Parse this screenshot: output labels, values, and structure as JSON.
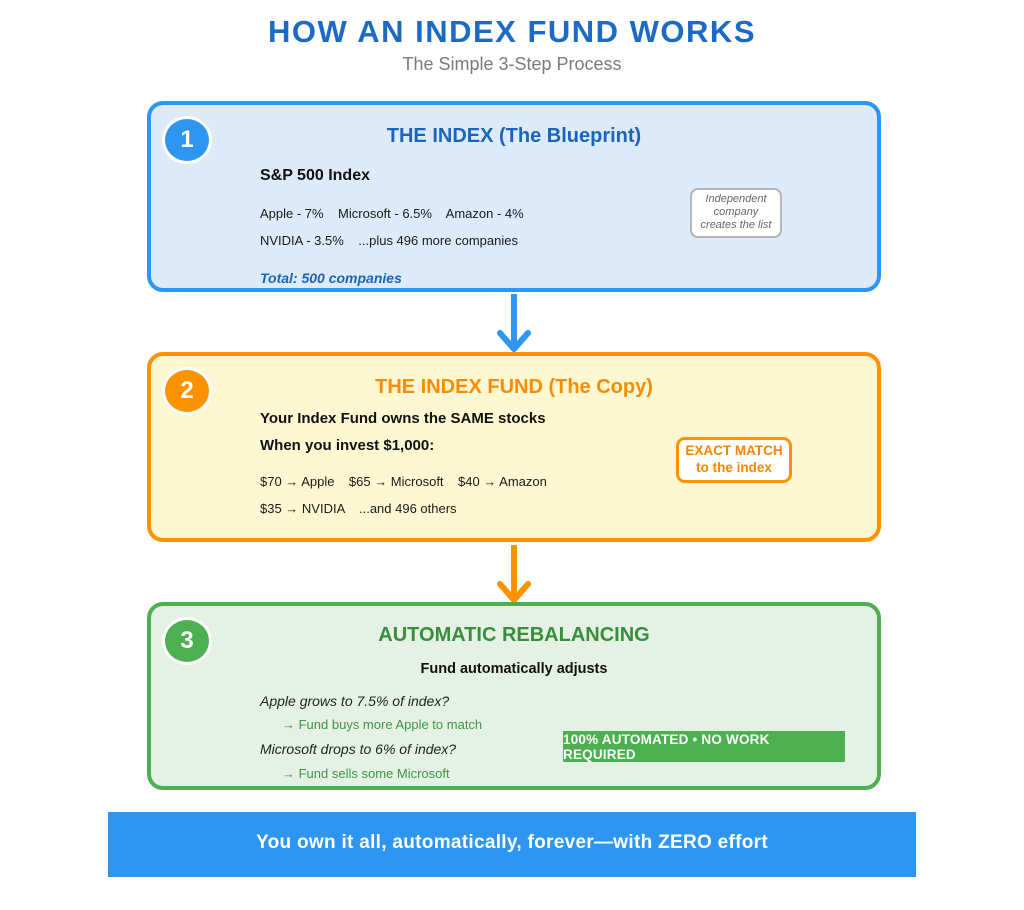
{
  "header": {
    "title": "HOW AN INDEX FUND WORKS",
    "subtitle": "The Simple 3-Step Process"
  },
  "steps": [
    {
      "number": "1",
      "title": "THE INDEX (The Blueprint)",
      "heading": "S&P 500 Index",
      "line1": "Apple - 7%    Microsoft - 6.5%    Amazon - 4%",
      "line2": "NVIDIA - 3.5%    ...plus 496 more companies",
      "total": "Total: 500 companies",
      "callout": [
        "Independent",
        "company",
        "creates the list"
      ]
    },
    {
      "number": "2",
      "title": "THE INDEX FUND (The Copy)",
      "heading1": "Your Index Fund owns the SAME stocks",
      "heading2": "When you invest $1,000:",
      "line1": "$70 → Apple    $65 → Microsoft    $40 → Amazon",
      "line2": "$35 → NVIDIA    ...and 496 others",
      "badge": [
        "EXACT MATCH",
        "to the index"
      ]
    },
    {
      "number": "3",
      "title": "AUTOMATIC REBALANCING",
      "subtitle": "Fund automatically adjusts",
      "q1": "Apple grows to 7.5% of index?",
      "a1": "→ Fund buys more Apple to match",
      "q2": "Microsoft drops to 6% of index?",
      "a2": "→ Fund sells some Microsoft",
      "badge": "100% AUTOMATED • NO WORK REQUIRED"
    }
  ],
  "banner": {
    "text": "You own it all, automatically, forever—with ZERO effort"
  },
  "colors": {
    "title_blue": "#1a6ac6",
    "step1_border": "#2e96f0",
    "step1_bg": "#ddeaf9",
    "step1_title": "#1a64bb",
    "step2_border": "#fb9300",
    "step2_bg": "#fdf8d2",
    "step2_title": "#fb8c00",
    "step3_border": "#4caf50",
    "step3_bg": "#e5f1e5",
    "step3_title": "#388e3c",
    "step3_answer_green": "#3f9644",
    "banner_bg": "#2e96f0",
    "subtitle_gray": "#7a7a7a"
  }
}
